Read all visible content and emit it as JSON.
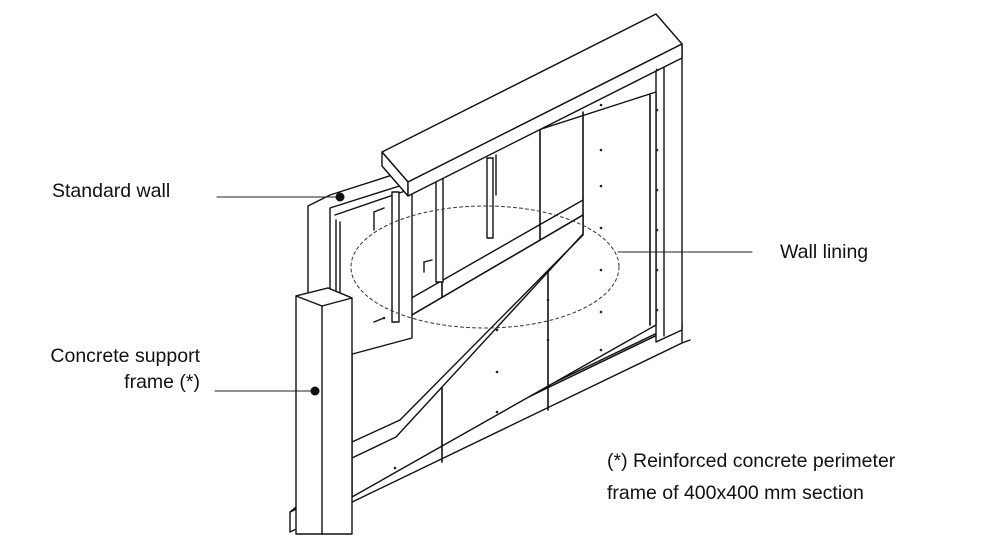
{
  "labels": {
    "standard_wall": "Standard wall",
    "wall_lining": "Wall lining",
    "concrete_support_line1": "Concrete support",
    "concrete_support_line2": "frame (*)",
    "footnote_line1": "(*) Reinforced concrete perimeter",
    "footnote_line2": "frame of 400x400 mm section"
  },
  "colors": {
    "line": "#111111",
    "fill": "#ffffff",
    "leader": "#222222"
  }
}
